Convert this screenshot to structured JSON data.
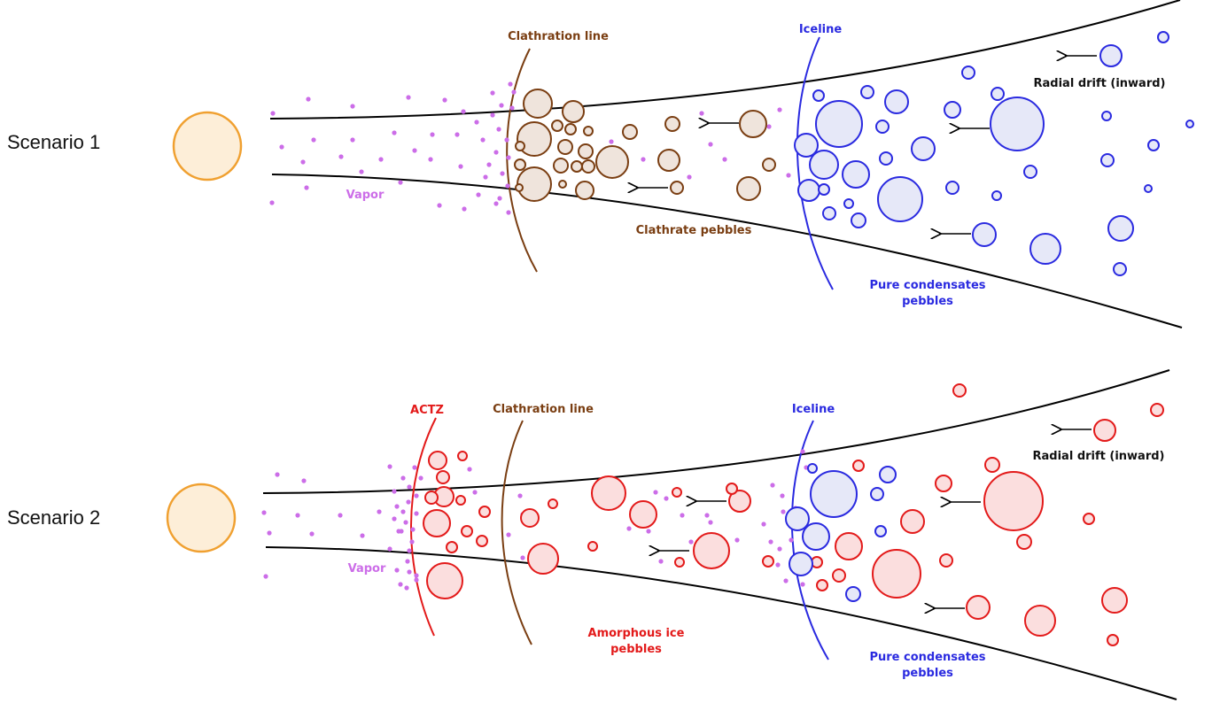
{
  "colors": {
    "star_stroke": "#f0a030",
    "star_fill": "#fdeed8",
    "vapor": "#cc6de8",
    "clathrate": "#7a3e12",
    "clathrate_fill": "#efe4dc",
    "iceline": "#2a2ae0",
    "pure_fill": "#e6e8f8",
    "amorphous": "#e31a1a",
    "amorphous_fill": "#fbdede",
    "disk": "#000000"
  },
  "scenario1": {
    "label": "Scenario 1",
    "vapor": "Vapor",
    "clathration_line": "Clathration line",
    "clathrate_pebbles": "Clathrate pebbles",
    "iceline": "Iceline",
    "pure_condensates_line1": "Pure condensates",
    "pure_condensates_line2": "pebbles",
    "radial_drift": "Radial drift (inward)"
  },
  "scenario2": {
    "label": "Scenario 2",
    "vapor": "Vapor",
    "actz": "ACTZ",
    "clathration_line": "Clathration line",
    "amorphous_line1": "Amorphous ice",
    "amorphous_line2": "pebbles",
    "iceline": "Iceline",
    "pure_condensates_line1": "Pure condensates",
    "pure_condensates_line2": "pebbles",
    "radial_drift": "Radial drift (inward)"
  }
}
